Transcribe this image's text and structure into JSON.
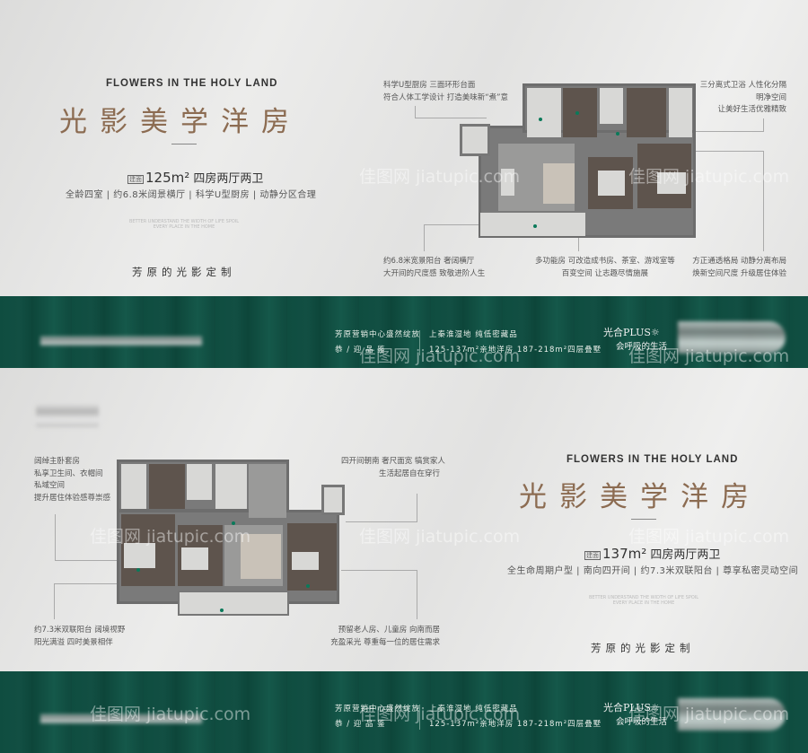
{
  "panels": [
    {
      "english_title": "FLOWERS IN THE HOLY LAND",
      "title": "光影美学洋房",
      "spec_badge": "建面",
      "spec_area": "125m²",
      "spec_layout": "四房两厅两卫",
      "features": "全龄四室 | 约6.8米阔景横厅 | 科学U型厨房 | 动静分区合理",
      "ghost_text": "BETTER UNDERSTAND THE WIDTH OF LIFE SPOIL EVERY PLACE IN THE HOME",
      "slogan": "芳原的光影定制",
      "annotations": {
        "top_left": [
          "科学U型厨房  三面环形台面",
          "符合人体工学设计  打造美味新“煮”意"
        ],
        "top_right": [
          "三分离式卫浴  人性化分隔",
          "明净空间",
          "让美好生活优雅精致"
        ],
        "bottom_left": [
          "约6.8米宽景阳台  奢阔横厅",
          "大开间的尺度感  致敬进阶人生"
        ],
        "bottom_center": [
          "多功能房  可改造成书房、茶室、游戏室等",
          "百变空间  让志趣尽情施展"
        ],
        "bottom_right": [
          "方正通透格局  动静分离布局",
          "焕新空间尺度  升级居住体验"
        ]
      }
    },
    {
      "english_title": "FLOWERS IN THE HOLY LAND",
      "title": "光影美学洋房",
      "spec_badge": "建面",
      "spec_area": "137m²",
      "spec_layout": "四房两厅两卫",
      "features": "全生命周期户型 | 南向四开间 | 约7.3米双联阳台 | 尊享私密灵动空间",
      "ghost_text": "BETTER UNDERSTAND THE WIDTH OF LIFE SPOIL EVERY PLACE IN THE HOME",
      "slogan": "芳原的光影定制",
      "annotations": {
        "top_left": [
          "阔绰主卧套房",
          "私享卫生间、衣帽间",
          "私域空间",
          "提升居住体验感尊崇感"
        ],
        "top_right": [
          "四开间朝南  奢尺面宽  犒赏家人",
          "生活起居自在穿行"
        ],
        "bottom_left": [
          "约7.3米双联阳台  阔境视野",
          "阳光满溢  四时美景相伴"
        ],
        "bottom_right": [
          "预留老人房、儿童房  向南而居",
          "充盈采光  尊重每一位的居住需求"
        ]
      }
    }
  ],
  "band": {
    "line1_left": "芳原营销中心盛然绽放",
    "line2_left": "恭 / 迎 品 鉴",
    "line1_right": "上秦淮湿地 纯低密藏品",
    "line2_right": "125-137m²亲地洋房  187-218m²四层叠墅",
    "brand": "光合PLUS",
    "brand_icon": "sun-icon",
    "brand_sub": "会呼吸的生活"
  },
  "watermark": "佳图网 jiatupic.com",
  "colors": {
    "title": "#8c6c52",
    "band": "#0f4d40",
    "dot": "#0a7a5a"
  }
}
